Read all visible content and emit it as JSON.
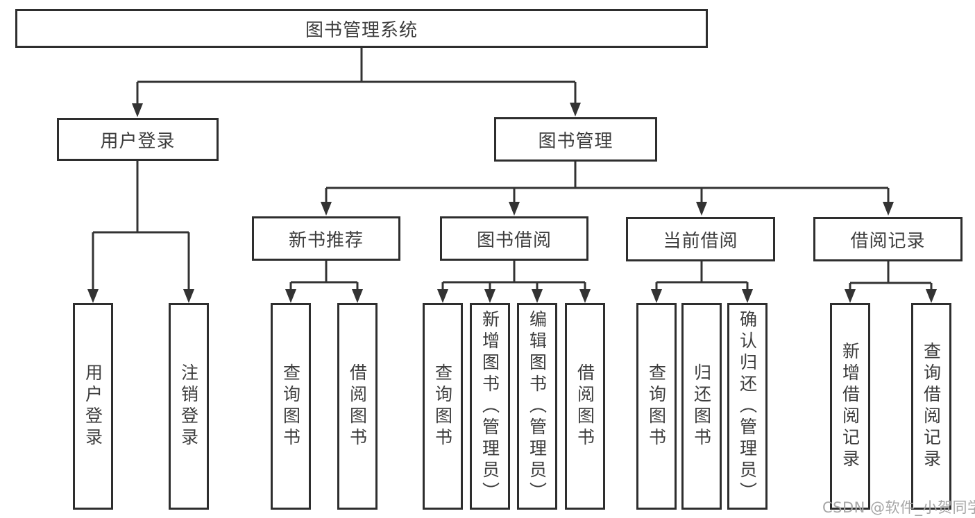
{
  "tree": {
    "label": "图书管理系统",
    "children": [
      {
        "label": "用户登录",
        "children": [
          {
            "label": "用户登录"
          },
          {
            "label": "注销登录"
          }
        ]
      },
      {
        "label": "图书管理",
        "children": [
          {
            "label": "新书推荐",
            "children": [
              {
                "label": "查询图书"
              },
              {
                "label": "借阅图书"
              }
            ]
          },
          {
            "label": "图书借阅",
            "children": [
              {
                "label": "查询图书"
              },
              {
                "label": "新增图书（管理员）"
              },
              {
                "label": "编辑图书（管理员）"
              },
              {
                "label": "借阅图书"
              }
            ]
          },
          {
            "label": "当前借阅",
            "children": [
              {
                "label": "查询图书"
              },
              {
                "label": "归还图书"
              },
              {
                "label": "确认归还（管理员）"
              }
            ]
          },
          {
            "label": "借阅记录",
            "children": [
              {
                "label": "新增借阅记录"
              },
              {
                "label": "查询借阅记录"
              }
            ]
          }
        ]
      }
    ]
  },
  "watermark": {
    "text": "CSDN @软件_小贺同学"
  },
  "colors": {
    "line": "#333333",
    "box_border": "#2e2e2e",
    "text": "#3d3d3d",
    "watermark_text": "#a6a6a6",
    "background": "#ffffff"
  }
}
